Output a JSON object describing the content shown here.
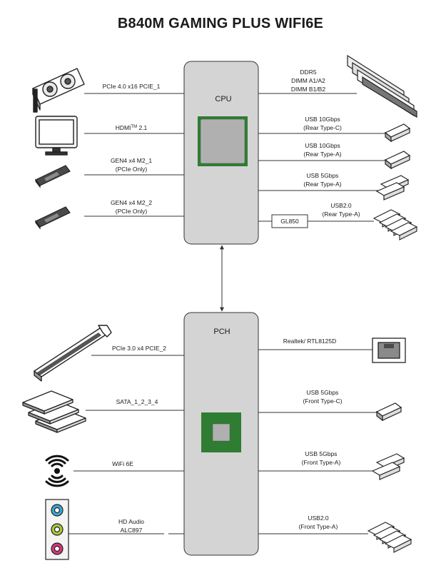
{
  "title": "B840M GAMING PLUS WIFI6E",
  "colors": {
    "chip_outer": "#2e7d32",
    "chip_inner": "#b0b0b0",
    "block_fill": "#d4d4d4",
    "wire": "#333333",
    "audio_blue": "#39a9d6",
    "audio_green": "#a8c93a",
    "audio_pink": "#d8357a"
  },
  "cpu": {
    "label": "CPU",
    "left": [
      {
        "icon": "graphics-card-icon",
        "lines": [
          "PCIe 4.0 x16 PCIE_1"
        ]
      },
      {
        "icon": "monitor-icon",
        "lines": [
          "HDMI",
          "2.1"
        ],
        "sup": "TM"
      },
      {
        "icon": "m2-ssd-icon",
        "lines": [
          "GEN4 x4 M2_1",
          "(PCIe Only)"
        ]
      },
      {
        "icon": "m2-ssd-icon",
        "lines": [
          "GEN4 x4 M2_2",
          "(PCIe Only)"
        ]
      }
    ],
    "right": [
      {
        "icon": "dimm-memory-icon",
        "lines": [
          "DDR5",
          "DIMM A1/A2",
          "DIMM B1/B2"
        ]
      },
      {
        "icon": "usb-plug-icon",
        "lines": [
          "USB 10Gbps",
          "(Rear Type-C)"
        ]
      },
      {
        "icon": "usb-plug-icon",
        "lines": [
          "USB 10Gbps",
          "(Rear Type-A)"
        ]
      },
      {
        "icon": "usb-double-plug-icon",
        "lines": [
          "USB 5Gbps",
          "(Rear Type-A)"
        ]
      },
      {
        "icon": "usb-quad-plug-icon",
        "lines": [
          "USB2.0",
          "(Rear Type-A)"
        ],
        "hub": "GL850"
      }
    ]
  },
  "pch": {
    "label": "PCH",
    "left": [
      {
        "icon": "pcie-slot-icon",
        "lines": [
          "PCIe 3.0 x4 PCIE_2"
        ]
      },
      {
        "icon": "hard-drive-stack-icon",
        "lines": [
          "SATA_1_2_3_4"
        ]
      },
      {
        "icon": "wifi-icon",
        "lines": [
          "WiFi 6E"
        ]
      },
      {
        "icon": "audio-jack-icon",
        "lines": [
          "HD Audio",
          "ALC897"
        ]
      }
    ],
    "right": [
      {
        "icon": "ethernet-port-icon",
        "lines": [
          "Realtek/ RTL8125D"
        ]
      },
      {
        "icon": "usb-plug-icon",
        "lines": [
          "USB 5Gbps",
          "(Front Type-C)"
        ]
      },
      {
        "icon": "usb-double-plug-icon",
        "lines": [
          "USB 5Gbps",
          "(Front Type-A)"
        ]
      },
      {
        "icon": "usb-quad-plug-icon",
        "lines": [
          "USB2.0",
          "(Front Type-A)"
        ]
      }
    ]
  }
}
